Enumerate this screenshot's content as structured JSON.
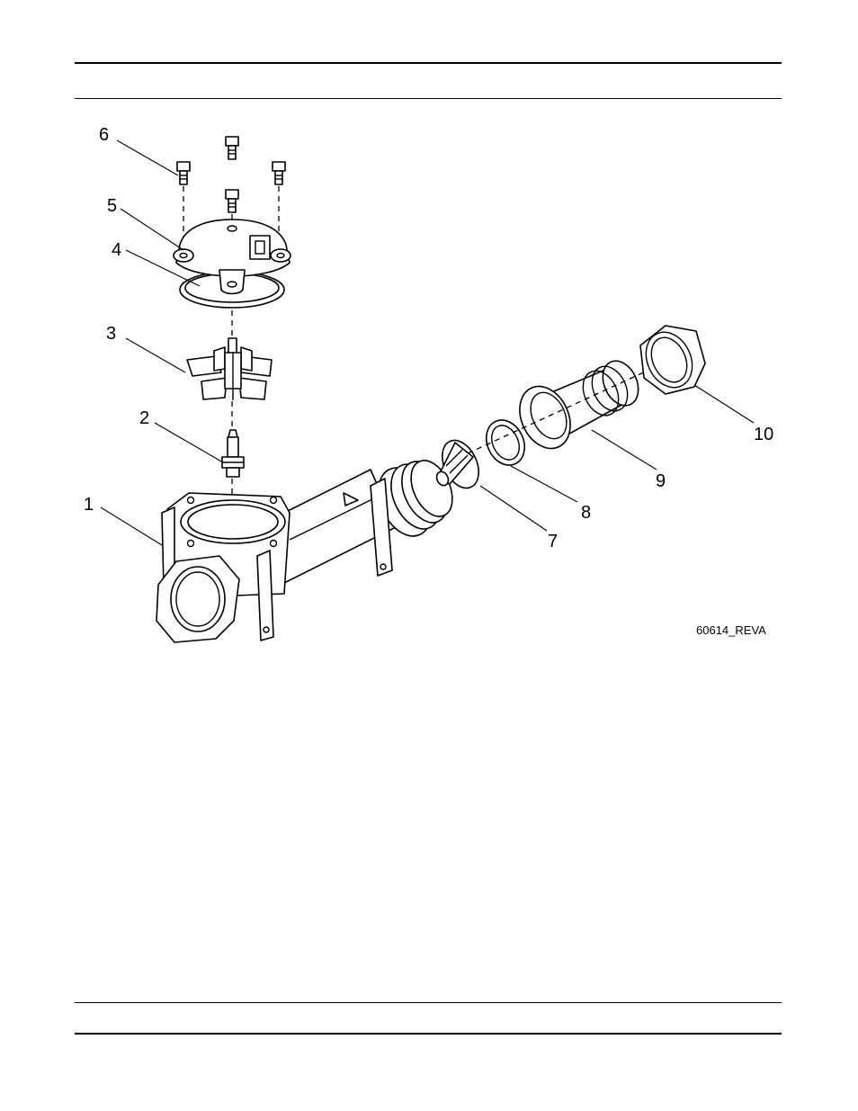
{
  "diagram": {
    "callouts": [
      {
        "id": "1",
        "label": "1"
      },
      {
        "id": "2",
        "label": "2"
      },
      {
        "id": "3",
        "label": "3"
      },
      {
        "id": "4",
        "label": "4"
      },
      {
        "id": "5",
        "label": "5"
      },
      {
        "id": "6",
        "label": "6"
      },
      {
        "id": "7",
        "label": "7"
      },
      {
        "id": "8",
        "label": "8"
      },
      {
        "id": "9",
        "label": "9"
      },
      {
        "id": "10",
        "label": "10"
      }
    ],
    "drawing_code": "60614_REVA"
  }
}
